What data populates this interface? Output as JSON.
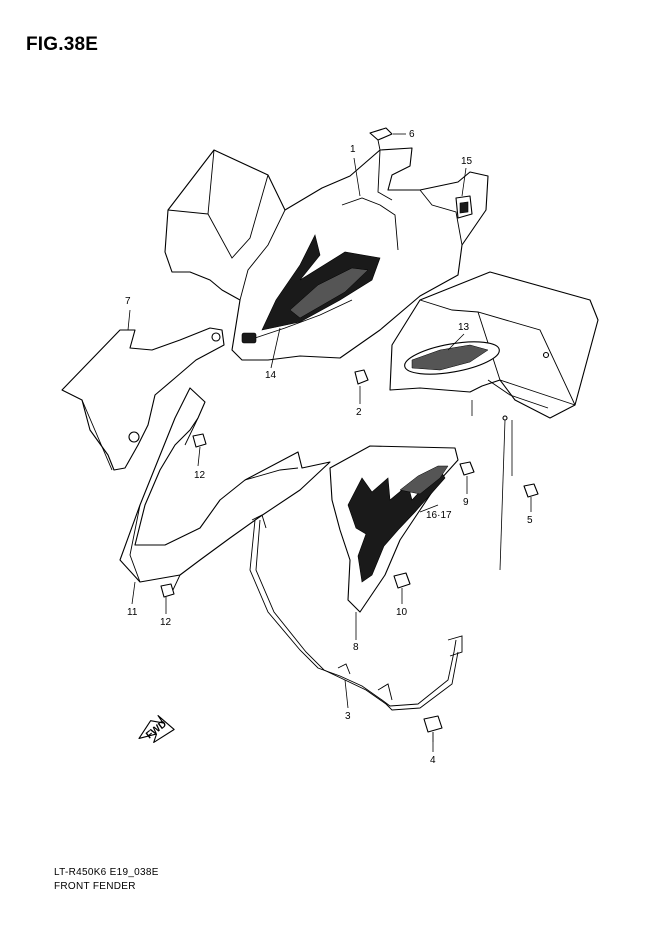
{
  "figure": {
    "title": "FIG.38E"
  },
  "callouts": [
    {
      "id": "c1",
      "label": "1"
    },
    {
      "id": "c2",
      "label": "2"
    },
    {
      "id": "c3",
      "label": "3"
    },
    {
      "id": "c4",
      "label": "4"
    },
    {
      "id": "c5",
      "label": "5"
    },
    {
      "id": "c6",
      "label": "6"
    },
    {
      "id": "c7",
      "label": "7"
    },
    {
      "id": "c8",
      "label": "8"
    },
    {
      "id": "c9",
      "label": "9"
    },
    {
      "id": "c10",
      "label": "10"
    },
    {
      "id": "c11",
      "label": "11"
    },
    {
      "id": "c12a",
      "label": "12"
    },
    {
      "id": "c12b",
      "label": "12"
    },
    {
      "id": "c13",
      "label": "13"
    },
    {
      "id": "c14",
      "label": "14"
    },
    {
      "id": "c15",
      "label": "15"
    },
    {
      "id": "c1617",
      "label": "16·17"
    }
  ],
  "direction_arrow": {
    "label": "FWD"
  },
  "footer": {
    "code": "LT-R450K6 E19_038E",
    "name": "FRONT FENDER"
  }
}
